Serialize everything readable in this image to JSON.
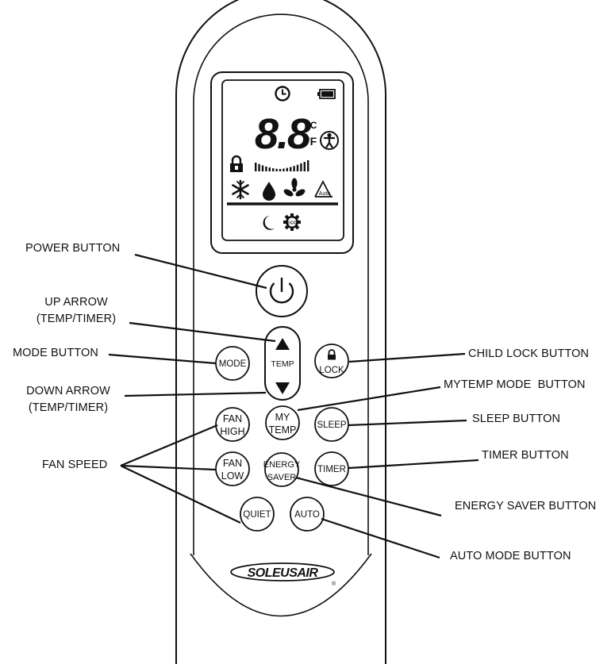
{
  "display": {
    "temperature": "8.8",
    "unit_c": "°C",
    "unit_f": "°F",
    "eco_badge": "ECO",
    "auto_badge": "Auto",
    "battery_level": 1.0,
    "fan_level_bars": 16
  },
  "buttons": {
    "mode": "MODE",
    "temp": "TEMP",
    "lock": "LOCK",
    "fan_high_1": "FAN",
    "fan_high_2": "HIGH",
    "my_temp_1": "MY",
    "my_temp_2": "TEMP",
    "sleep": "SLEEP",
    "fan_low_1": "FAN",
    "fan_low_2": "LOW",
    "energy_saver_1": "ENERGY",
    "energy_saver_2": "SAVER",
    "timer": "TIMER",
    "quiet": "QUIET",
    "auto": "AUTO"
  },
  "brand": {
    "logo": "SOLEUSAIR"
  },
  "callouts": {
    "power_button": "POWER BUTTON",
    "up_arrow_1": "UP ARROW",
    "up_arrow_2": "(TEMP/TIMER)",
    "mode_button": "MODE BUTTON",
    "down_arrow_1": "DOWN ARROW",
    "down_arrow_2": "(TEMP/TIMER)",
    "fan_speed": "FAN SPEED",
    "child_lock_button": "CHILD LOCK BUTTON",
    "mytemp_mode_button": "MYTEMP MODE  BUTTON",
    "sleep_button": "SLEEP BUTTON",
    "timer_button": "TIMER BUTTON",
    "energy_saver_button": "ENERGY SAVER BUTTON",
    "auto_mode_button": "AUTO MODE BUTTON"
  }
}
